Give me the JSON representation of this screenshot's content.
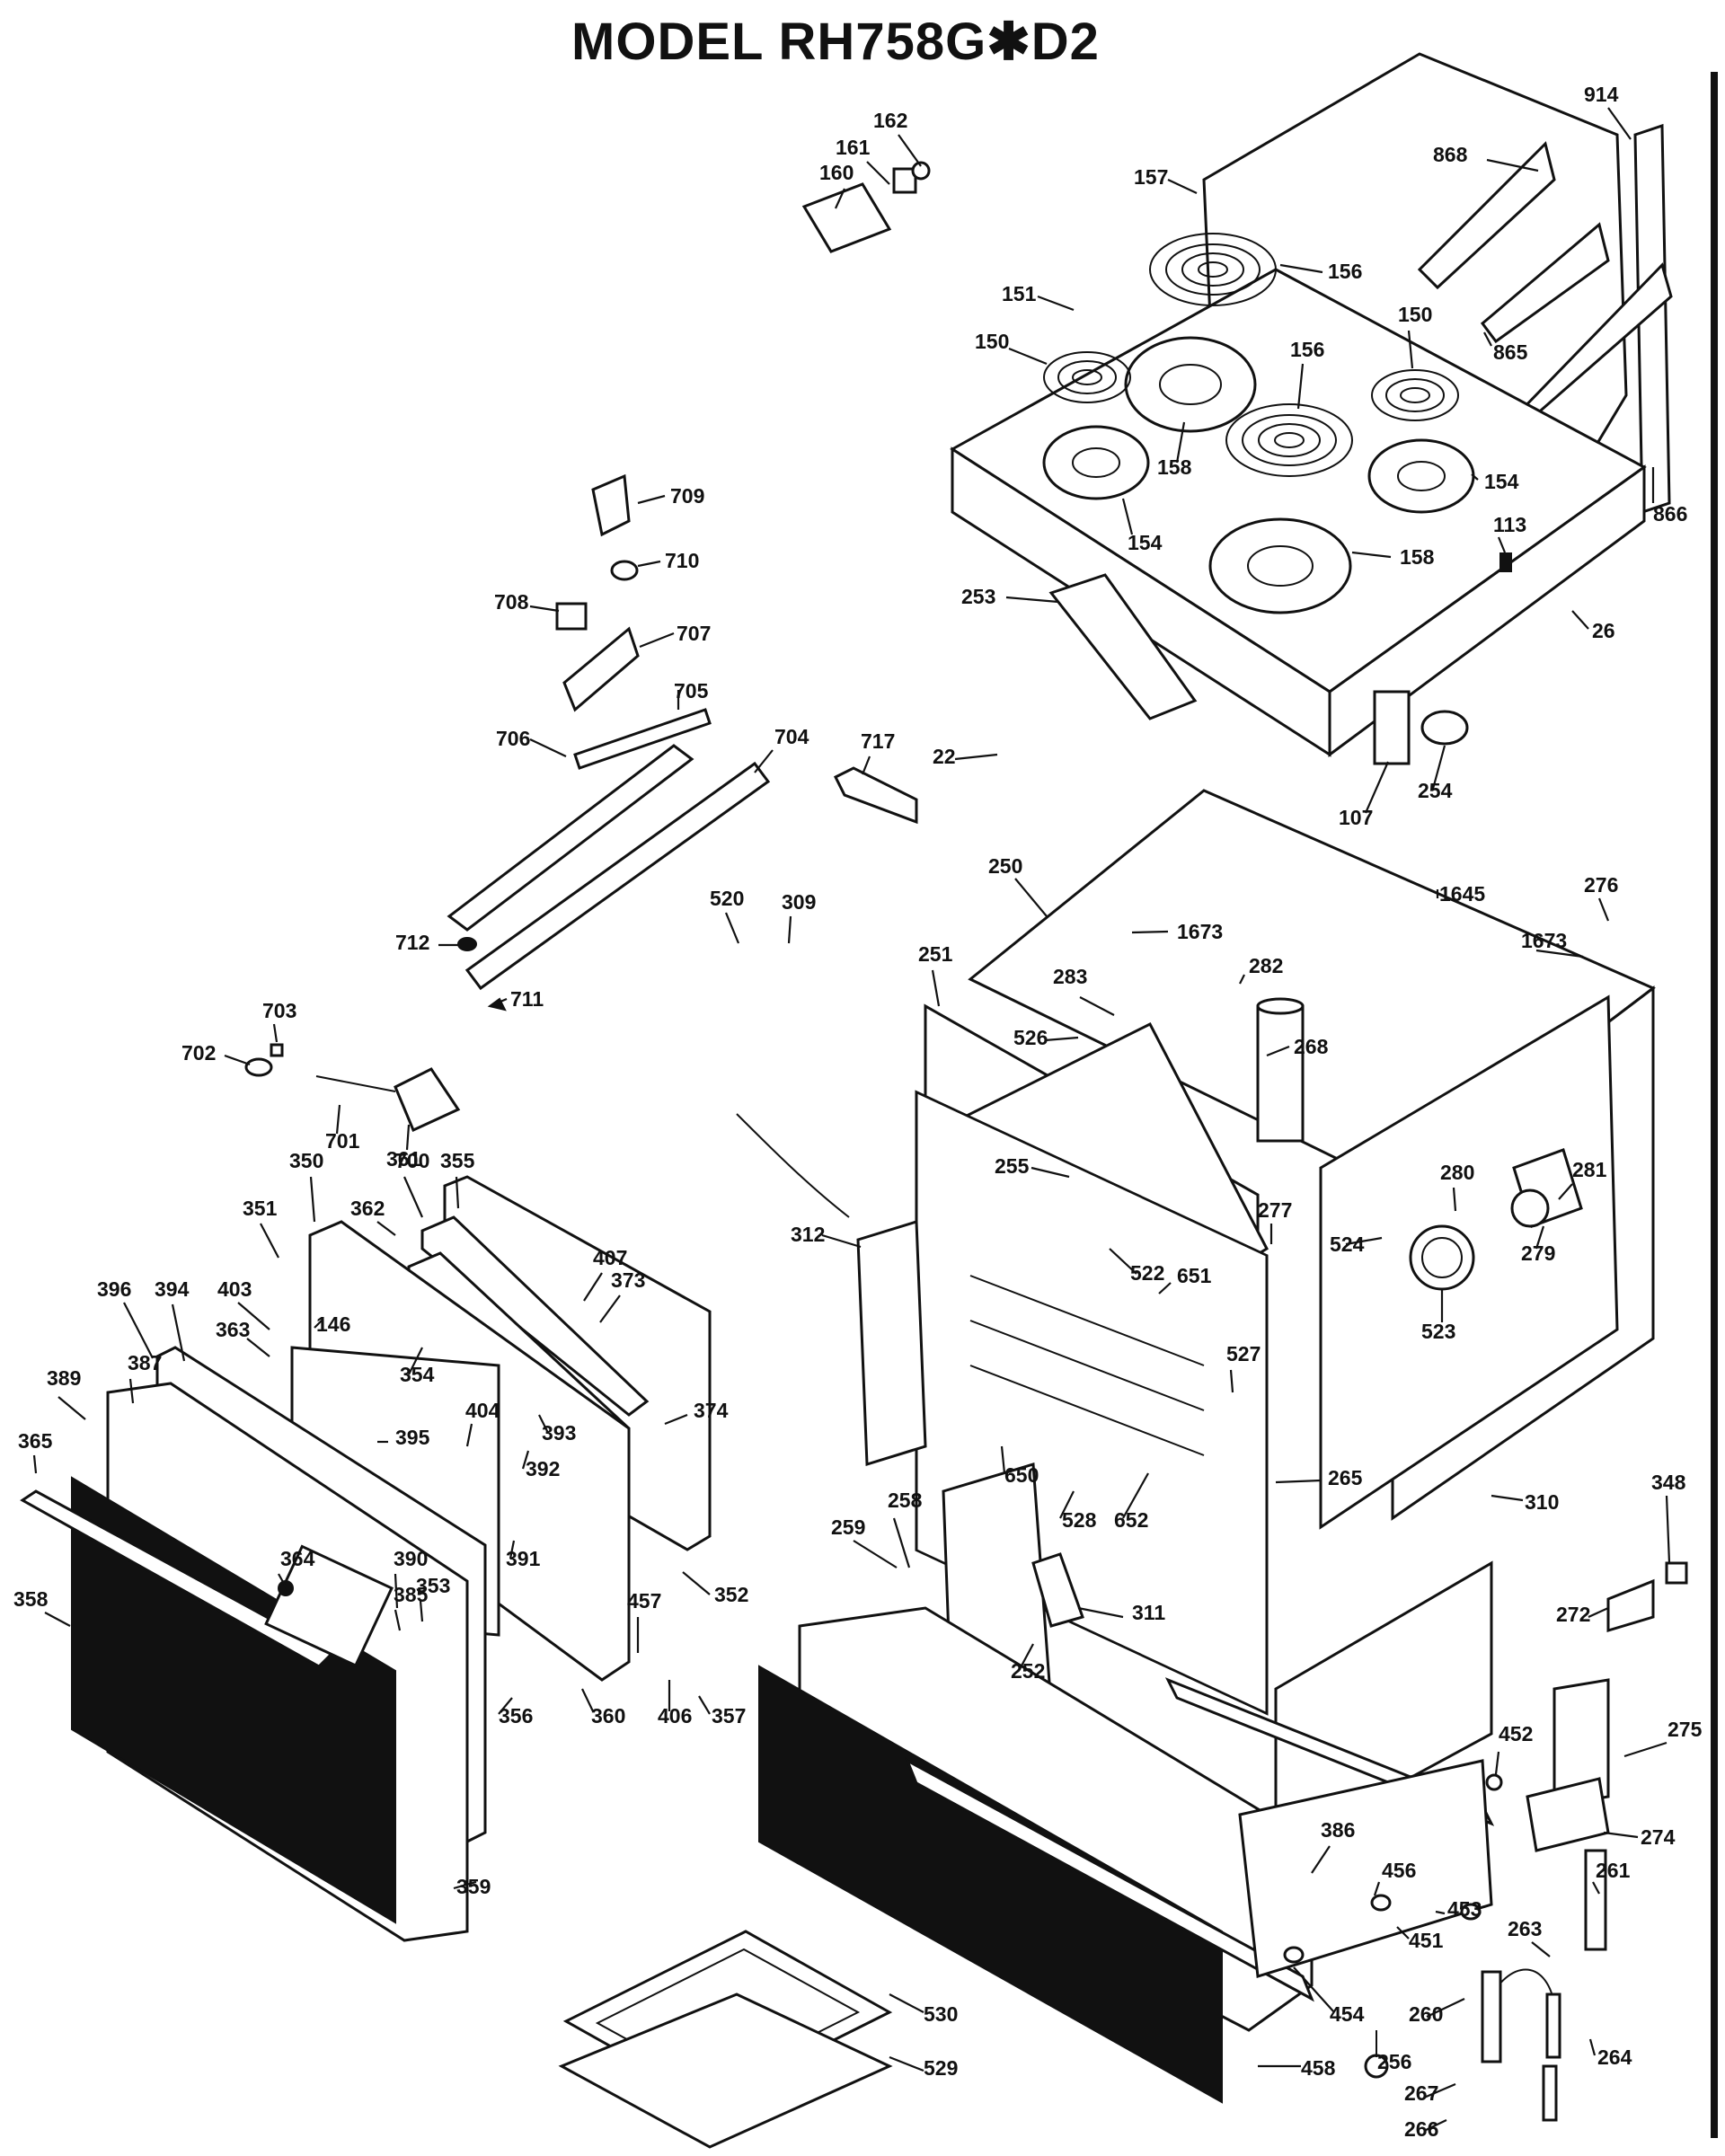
{
  "title": "MODEL RH758G✱D2",
  "labels": [
    "914",
    "868",
    "162",
    "161",
    "160",
    "157",
    "156",
    "151",
    "150",
    "156",
    "150",
    "865",
    "158",
    "154",
    "158",
    "154",
    "866",
    "113",
    "26",
    "253",
    "107",
    "254",
    "709",
    "710",
    "708",
    "707",
    "705",
    "706",
    "704",
    "717",
    "22",
    "250",
    "276",
    "1645",
    "1673",
    "1673",
    "282",
    "283",
    "251",
    "526",
    "268",
    "712",
    "711",
    "703",
    "702",
    "701",
    "700",
    "309",
    "520",
    "281",
    "280",
    "279",
    "255",
    "524",
    "523",
    "522",
    "277",
    "312",
    "350",
    "361",
    "355",
    "351",
    "362",
    "407",
    "373",
    "396",
    "394",
    "403",
    "146",
    "363",
    "387",
    "389",
    "354",
    "404",
    "374",
    "651",
    "527",
    "395",
    "393",
    "392",
    "365",
    "650",
    "528",
    "265",
    "652",
    "348",
    "364",
    "390",
    "391",
    "385",
    "353",
    "358",
    "259",
    "258",
    "310",
    "272",
    "457",
    "352",
    "252",
    "311",
    "356",
    "360",
    "406",
    "357",
    "452",
    "275",
    "274",
    "386",
    "456",
    "453",
    "261",
    "451",
    "263",
    "359",
    "454",
    "530",
    "260",
    "264",
    "529",
    "458",
    "256",
    "267",
    "266"
  ]
}
